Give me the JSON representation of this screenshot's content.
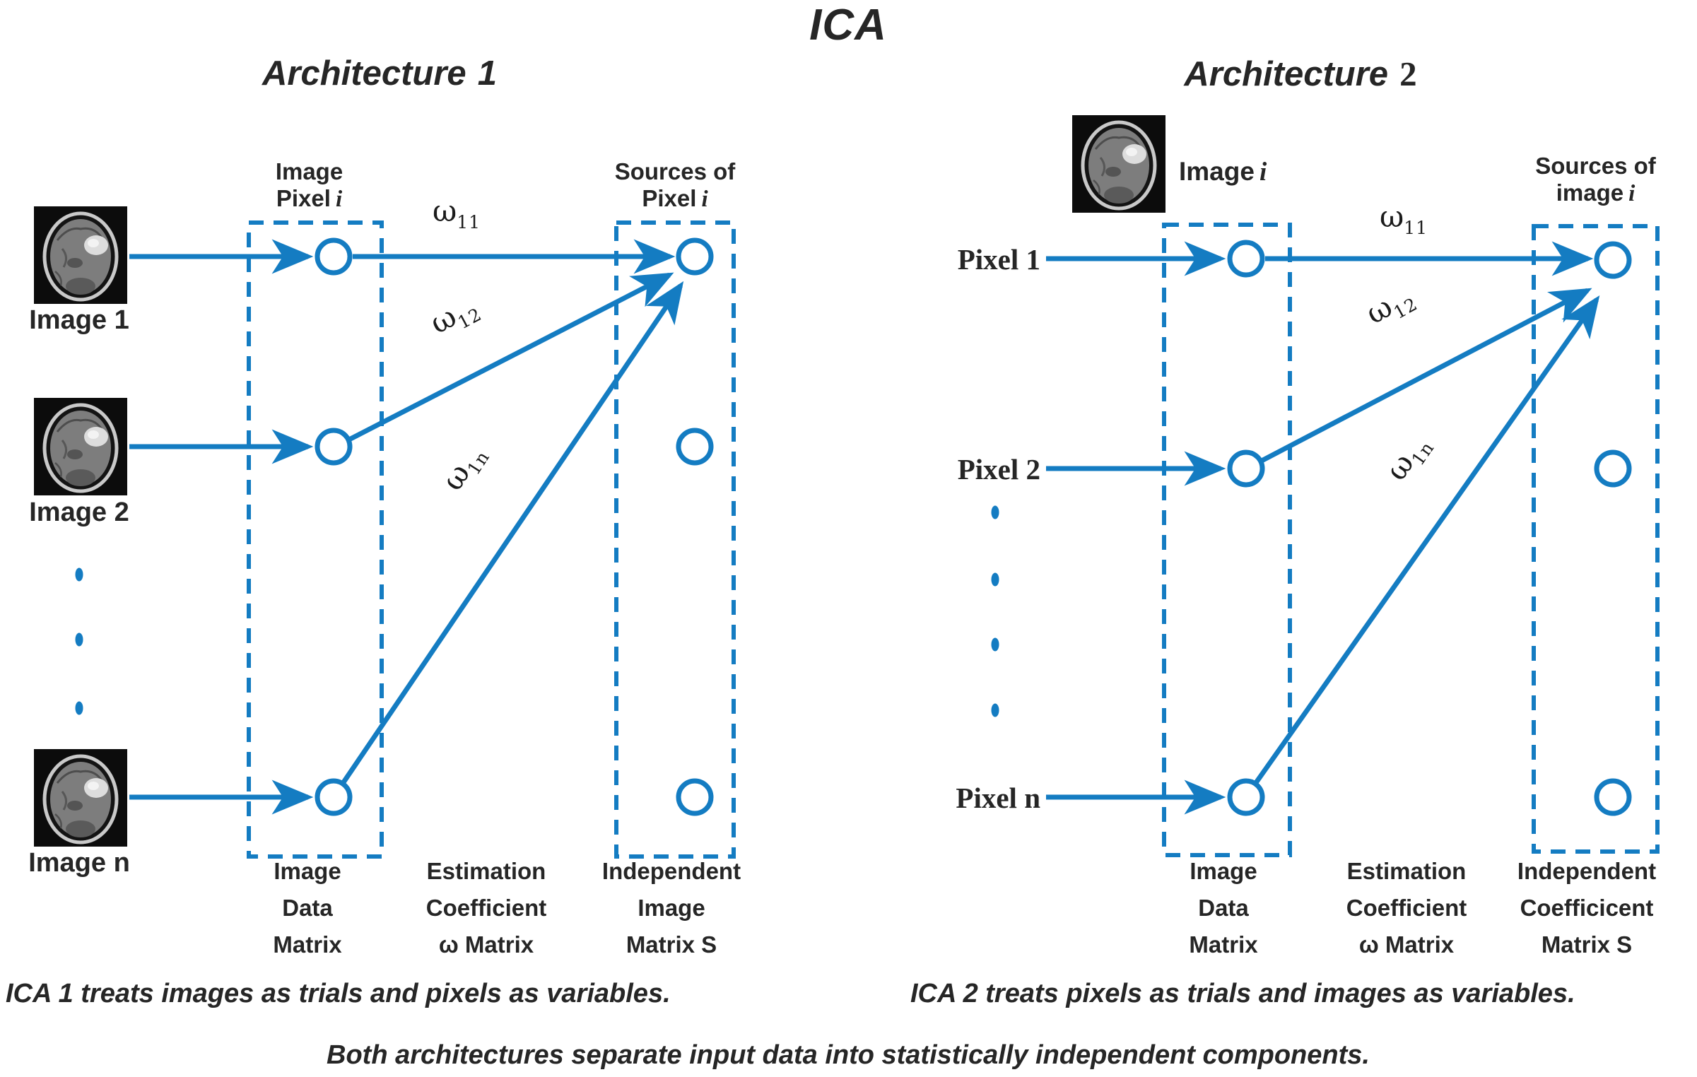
{
  "title": "ICA",
  "colors": {
    "accent": "#147cc2",
    "text": "#262626"
  },
  "left": {
    "title": {
      "main": "Architecture",
      "num": "1"
    },
    "col1_header": {
      "line1": "Image",
      "line2": "Pixel",
      "var": "i"
    },
    "col3_header": {
      "line1": "Sources of",
      "line2": "Pixel",
      "var": "i"
    },
    "rows": [
      {
        "label": "Image 1"
      },
      {
        "label": "Image 2"
      },
      {
        "label": "Image n"
      }
    ],
    "weights": [
      {
        "symbol": "ω",
        "sub": "11"
      },
      {
        "symbol": "ω",
        "sub": "12"
      },
      {
        "symbol": "ω",
        "sub": "1n"
      }
    ],
    "col_labels": [
      [
        "Image",
        "Data",
        "Matrix"
      ],
      [
        "Estimation",
        "Coefficient",
        "ω Matrix"
      ],
      [
        "Independent",
        "Image",
        "Matrix S"
      ]
    ],
    "caption": "ICA 1 treats images as trials and pixels as variables."
  },
  "right": {
    "title": {
      "main": "Architecture",
      "num": "2"
    },
    "image_label": {
      "text": "Image",
      "var": "i"
    },
    "col3_header": {
      "line1": "Sources of",
      "line2": "image",
      "var": "i"
    },
    "rows": [
      {
        "label": "Pixel 1"
      },
      {
        "label": "Pixel 2"
      },
      {
        "label": "Pixel n"
      }
    ],
    "weights": [
      {
        "symbol": "ω",
        "sub": "11"
      },
      {
        "symbol": "ω",
        "sub": "12"
      },
      {
        "symbol": "ω",
        "sub": "1n"
      }
    ],
    "col_labels": [
      [
        "Image",
        "Data",
        "Matrix"
      ],
      [
        "Estimation",
        "Coefficient",
        "ω Matrix"
      ],
      [
        "Independent",
        "Coefficicent",
        "Matrix S"
      ]
    ],
    "caption": "ICA 2 treats pixels as trials and images as variables."
  },
  "footer_caption": "Both architectures separate input data into statistically independent components."
}
